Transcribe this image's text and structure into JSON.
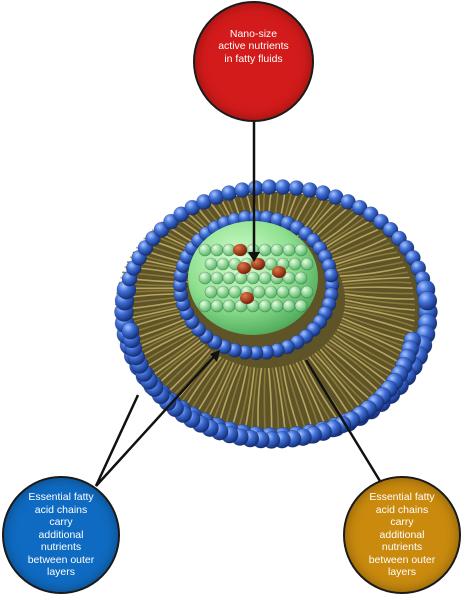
{
  "diagram": {
    "callouts": {
      "top": {
        "text": "Nano-size\nactive nutrients\nin fatty fluids",
        "color": "#d31b1b"
      },
      "left": {
        "text": "Essential fatty\nacid chains\ncarry\nadditional\nnutrients\nbetween outer\nlayers",
        "color": "#0f6bc2"
      },
      "right": {
        "text": "Essential fatty\nacid chains\ncarry\nadditional\nnutrients\nbetween outer\nlayers",
        "color": "#c98a0e"
      }
    },
    "illustration": {
      "subject": "liposome-cross-section",
      "colors": {
        "outer_heads": "#3f6fd6",
        "lipid_tails": "#8a7a3a",
        "inner_heads": "#3569cf",
        "core": "#8fe08f",
        "droplets": "#b23a12"
      }
    },
    "connector_color": "#111111"
  }
}
